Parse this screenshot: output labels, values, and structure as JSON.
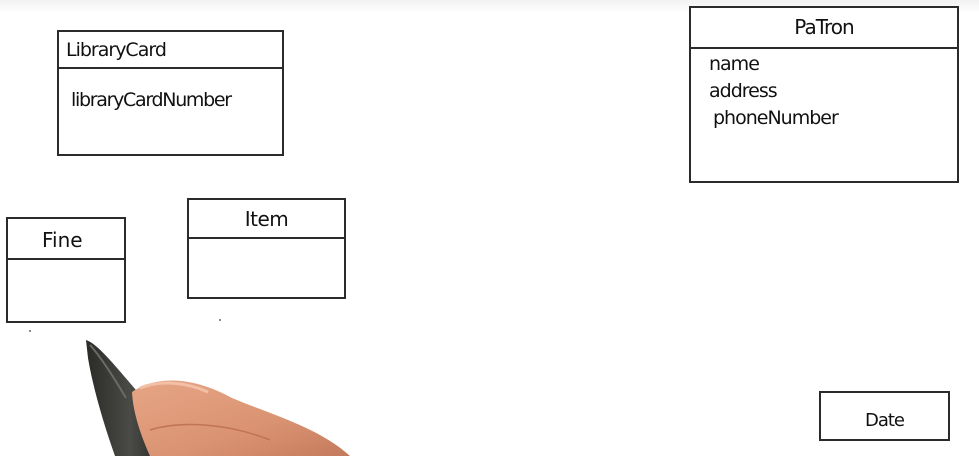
{
  "classes": {
    "librarycard": {
      "name": "LibraryCard",
      "attributes": [
        "libraryCardNumber"
      ]
    },
    "patron": {
      "name": "PaTron",
      "attributes": [
        "name",
        "address",
        "phoneNumber"
      ]
    },
    "fine": {
      "name": "Fine",
      "attributes": []
    },
    "item": {
      "name": "Item",
      "attributes": []
    },
    "date": {
      "name": "Date"
    }
  }
}
